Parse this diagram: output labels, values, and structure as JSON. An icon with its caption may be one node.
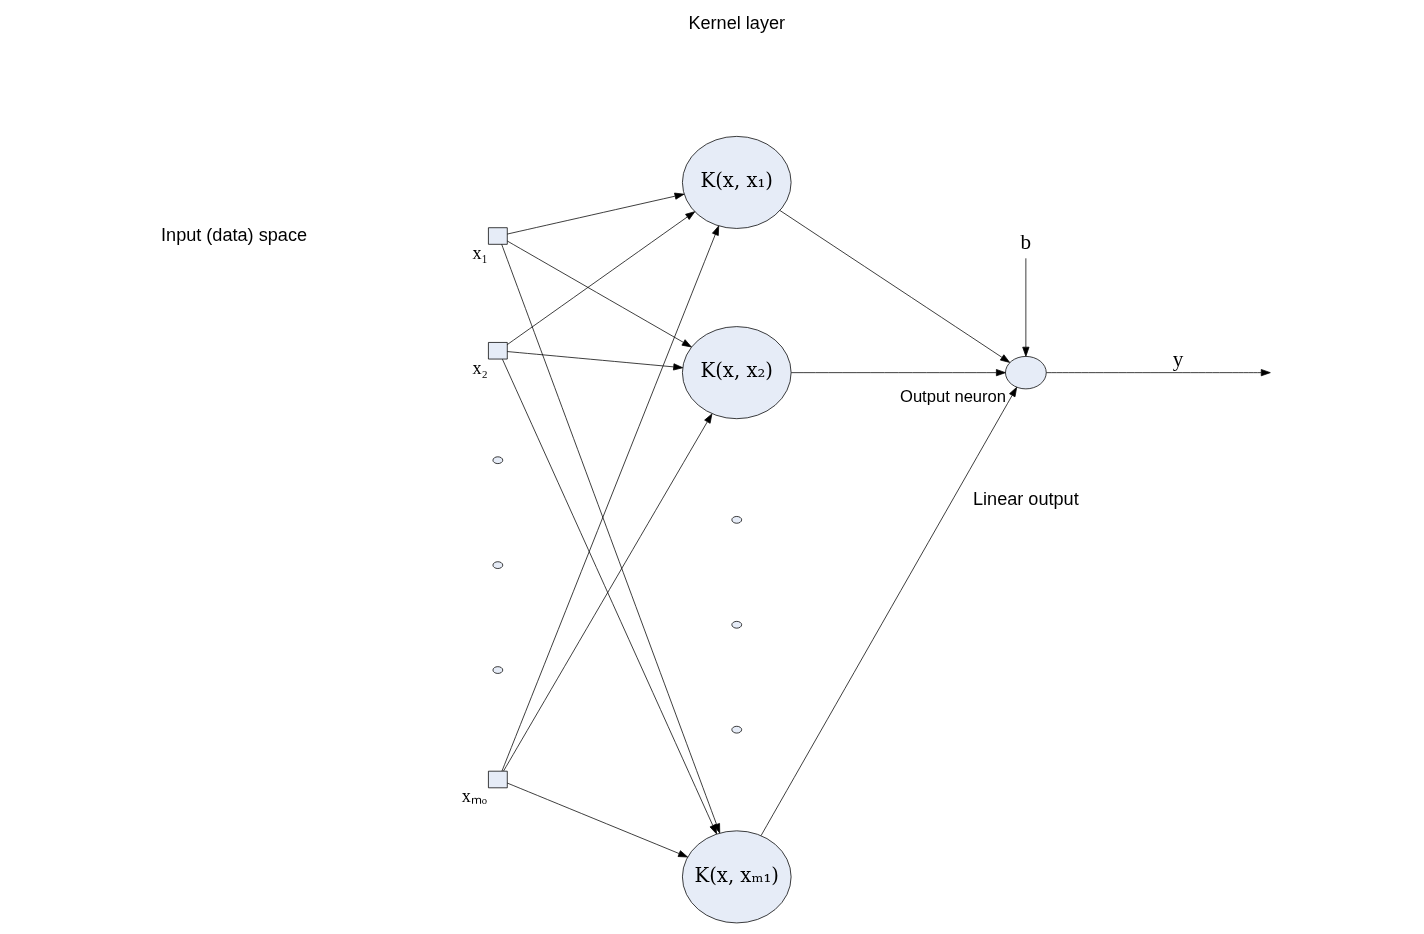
{
  "diagram": {
    "nodes": [
      {
        "text": [],
        "shape": "box",
        "beside": [
          "x₁"
        ]
      },
      {
        "text": [],
        "shape": "box",
        "beside": [
          "x₂"
        ]
      },
      {
        "text": [],
        "shape": "box",
        "beside": [
          "xₘₒ"
        ]
      },
      {
        "text": [
          "K(x, x₁)"
        ]
      },
      {
        "text": [
          "K(x, x₂)"
        ]
      },
      {
        "text": [
          "K(x, xₘ₁)"
        ]
      },
      {
        "text": [],
        "shape": "circle",
        "beside": [
          "Output neuron"
        ]
      },
      {
        "text": [
          "b"
        ]
      }
    ],
    "edges": [
      {
        "from": 0,
        "to": 3,
        "arrow": "to"
      },
      {
        "from": 0,
        "to": 4,
        "arrow": "to"
      },
      {
        "from": 0,
        "to": 5,
        "arrow": "to"
      },
      {
        "from": 1,
        "to": 3,
        "arrow": "to"
      },
      {
        "from": 1,
        "to": 4,
        "arrow": "to"
      },
      {
        "from": 1,
        "to": 5,
        "arrow": "to"
      },
      {
        "from": 2,
        "to": 3,
        "arrow": "to"
      },
      {
        "from": 2,
        "to": 4,
        "arrow": "to"
      },
      {
        "from": 2,
        "to": 5,
        "arrow": "to"
      },
      {
        "from": 3,
        "to": 6,
        "arrow": "to"
      },
      {
        "from": 4,
        "to": 6,
        "arrow": "to"
      },
      {
        "from": 5,
        "to": 6,
        "arrow": "to"
      },
      {
        "from": 7,
        "to": 6,
        "arrow": "to"
      },
      {
        "from": 6,
        "to": null,
        "arrow": "to",
        "label": "y"
      }
    ],
    "labels": [
      "Kernel layer",
      "Input (data) space",
      "Linear output"
    ]
  }
}
